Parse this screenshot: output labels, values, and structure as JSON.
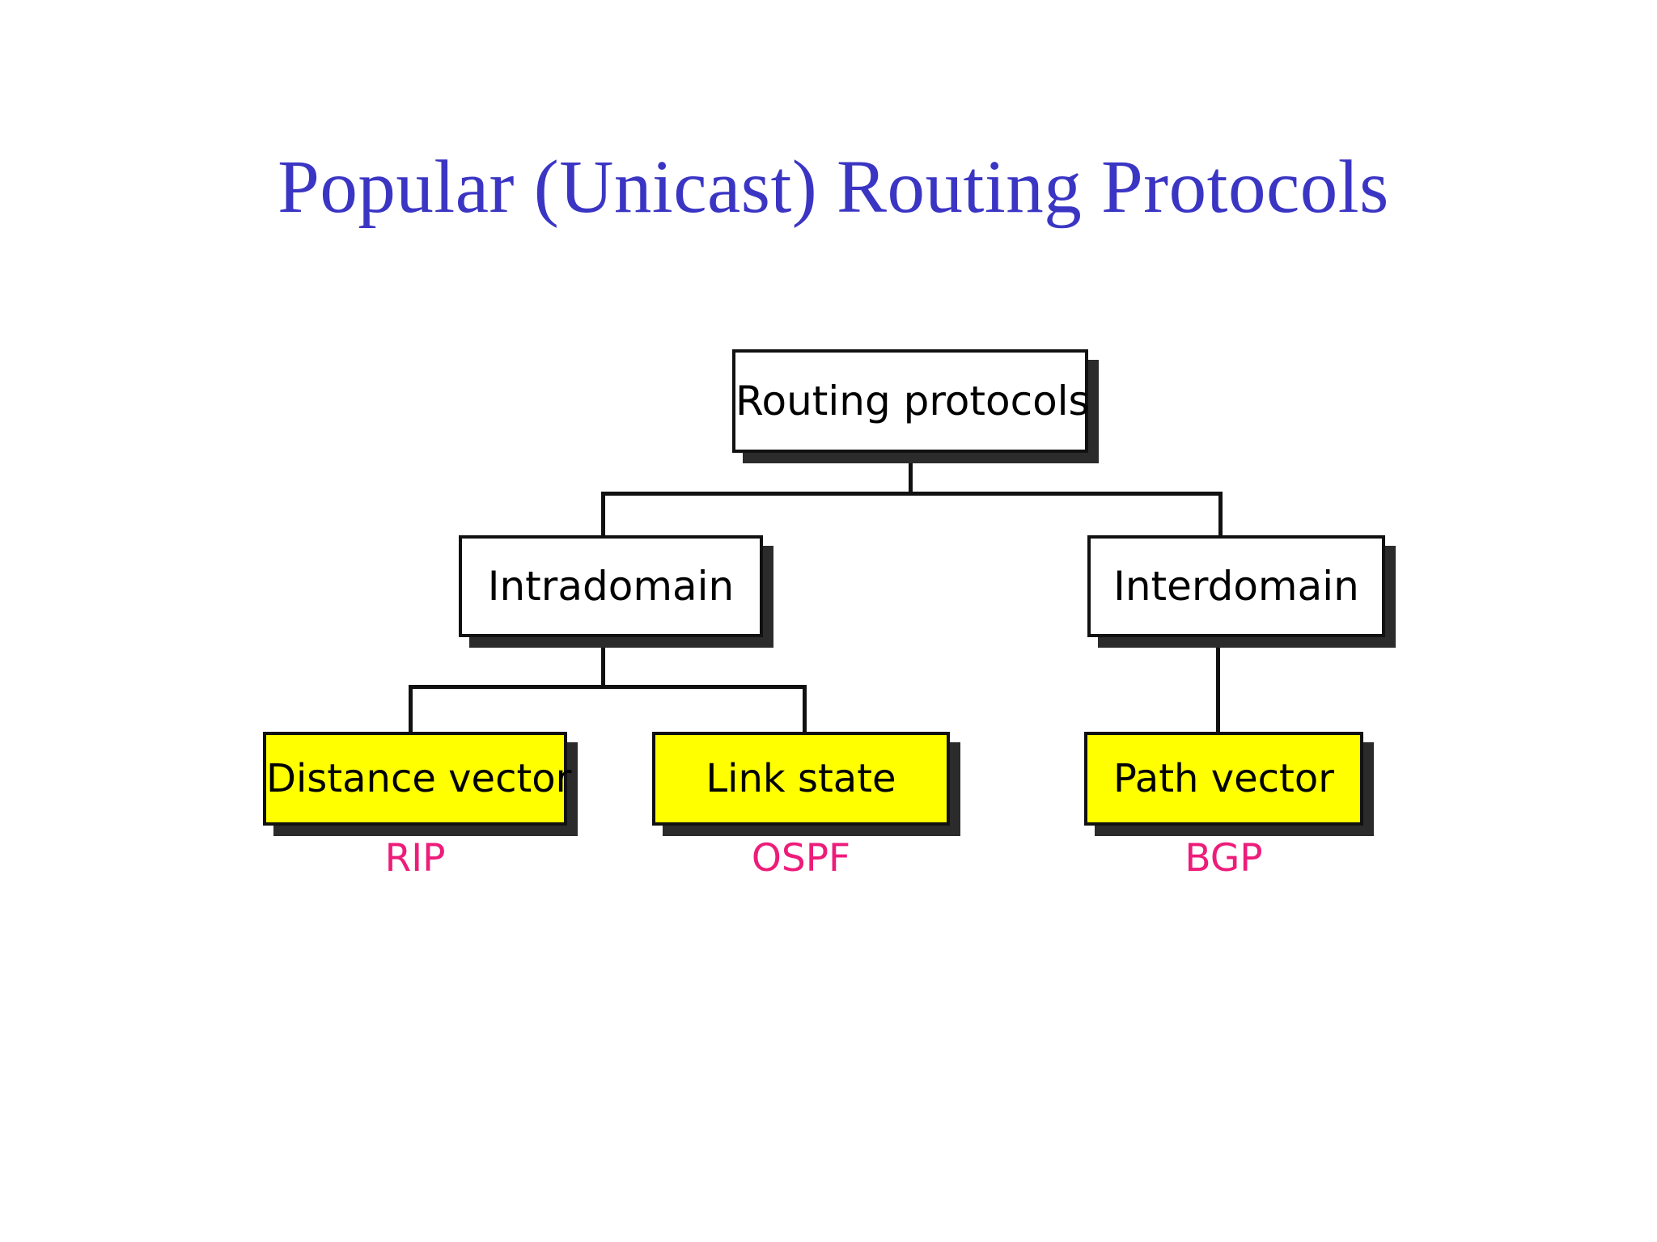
{
  "slide": {
    "title": "Popular (Unicast) Routing Protocols",
    "title_color": "#3b35c4",
    "background_color": "#ffffff"
  },
  "diagram": {
    "type": "tree",
    "kind": "hierarchy-chart",
    "node_border_color": "#111111",
    "shadow_color": "#2b2b2b",
    "highlight_fill": "#ffff00",
    "plain_fill": "#ffffff",
    "caption_color": "#ed1c7a",
    "nodes": {
      "root": {
        "label": "Routing protocols",
        "fill": "#ffffff",
        "level": 0
      },
      "intradomain": {
        "label": "Intradomain",
        "fill": "#ffffff",
        "level": 1
      },
      "interdomain": {
        "label": "Interdomain",
        "fill": "#ffffff",
        "level": 1
      },
      "distance_vector": {
        "label": "Distance vector",
        "fill": "#ffff00",
        "level": 2
      },
      "link_state": {
        "label": "Link state",
        "fill": "#ffff00",
        "level": 2
      },
      "path_vector": {
        "label": "Path vector",
        "fill": "#ffff00",
        "level": 2
      }
    },
    "captions": {
      "rip": "RIP",
      "ospf": "OSPF",
      "bgp": "BGP"
    },
    "edges": [
      {
        "from": "root",
        "to": "intradomain"
      },
      {
        "from": "root",
        "to": "interdomain"
      },
      {
        "from": "intradomain",
        "to": "distance_vector"
      },
      {
        "from": "intradomain",
        "to": "link_state"
      },
      {
        "from": "interdomain",
        "to": "path_vector"
      }
    ]
  }
}
